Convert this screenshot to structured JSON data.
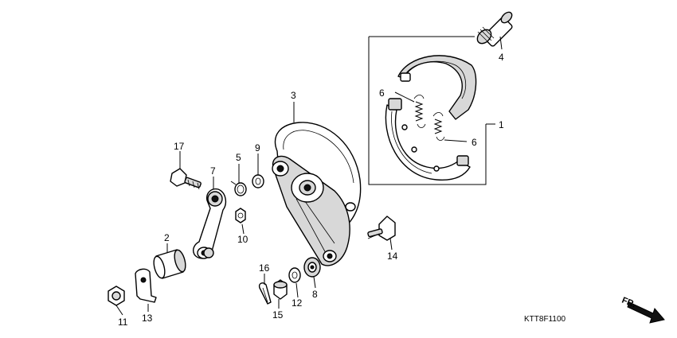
{
  "diagram": {
    "drawing_code": "KTT8F1100",
    "direction_label": "FR.",
    "callouts": [
      {
        "id": "c1",
        "text": "1"
      },
      {
        "id": "c2",
        "text": "2"
      },
      {
        "id": "c3",
        "text": "3"
      },
      {
        "id": "c4",
        "text": "4"
      },
      {
        "id": "c5",
        "text": "5"
      },
      {
        "id": "c6a",
        "text": "6"
      },
      {
        "id": "c6b",
        "text": "6"
      },
      {
        "id": "c7",
        "text": "7"
      },
      {
        "id": "c8",
        "text": "8"
      },
      {
        "id": "c9",
        "text": "9"
      },
      {
        "id": "c10",
        "text": "10"
      },
      {
        "id": "c11",
        "text": "11"
      },
      {
        "id": "c12",
        "text": "12"
      },
      {
        "id": "c13",
        "text": "13"
      },
      {
        "id": "c14",
        "text": "14"
      },
      {
        "id": "c15",
        "text": "15"
      },
      {
        "id": "c16",
        "text": "16"
      },
      {
        "id": "c17",
        "text": "17"
      }
    ]
  }
}
